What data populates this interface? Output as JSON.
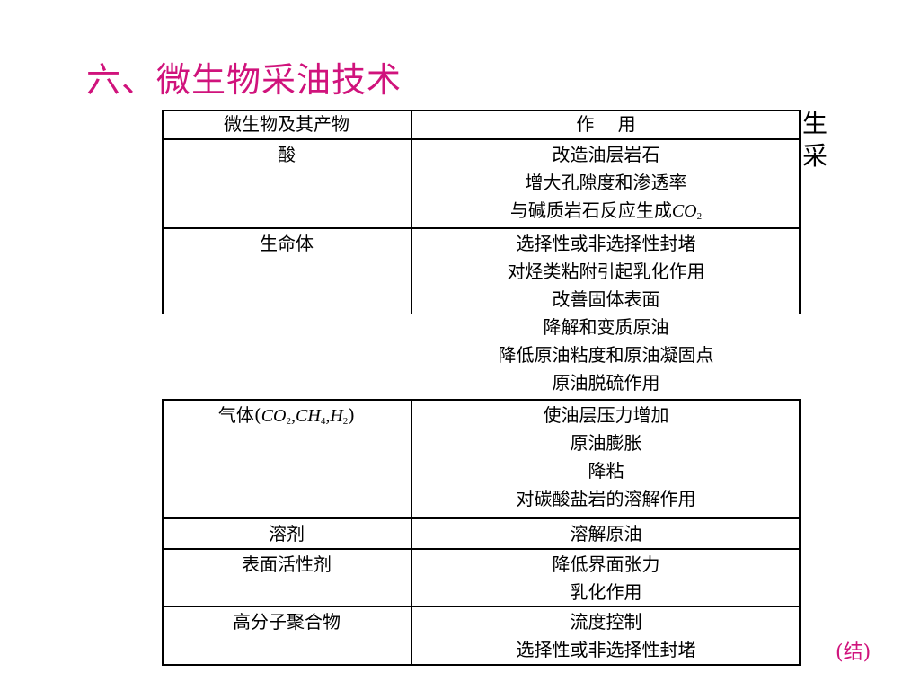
{
  "title": "六、微生物采油技术",
  "header": {
    "col1": "微生物及其产物",
    "col2": "作　 用"
  },
  "rows": {
    "acid": {
      "name": "酸",
      "effects": [
        "改造油层岩石",
        "增大孔隙度和渗透率",
        "与碱质岩石反应生成"
      ],
      "formula": "CO",
      "formula_sub": "2"
    },
    "life": {
      "name": "生命体",
      "effects": [
        "选择性或非选择性封堵",
        "对烃类粘附引起乳化作用",
        "改善固体表面",
        "降解和变质原油",
        "降低原油粘度和原油凝固点",
        "原油脱硫作用"
      ]
    },
    "gas": {
      "name_prefix": "气体(",
      "name_suffix": ")",
      "f1": "CO",
      "f1_sub": "2",
      "f2": "CH",
      "f2_sub": "4",
      "f3": "H",
      "f3_sub": "2",
      "effects": [
        "使油层压力增加",
        "原油膨胀",
        "降粘",
        "对碳酸盐岩的溶解作用"
      ]
    },
    "solvent": {
      "name": "溶剂",
      "effects": [
        "溶解原油"
      ]
    },
    "surfactant": {
      "name": "表面活性剂",
      "effects": [
        "降低界面张力",
        "乳化作用"
      ]
    },
    "polymer": {
      "name": "高分子聚合物",
      "effects": [
        "流度控制",
        "选择性或非选择性封堵"
      ]
    }
  },
  "side_text": [
    "生",
    "采"
  ],
  "continued": "(结)"
}
